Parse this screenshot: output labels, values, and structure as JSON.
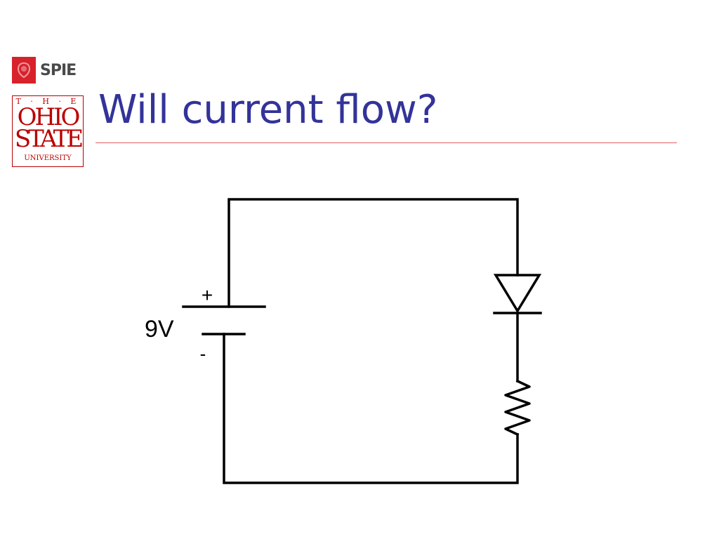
{
  "logos": {
    "spie_text": "SPIE",
    "osu_the": "T · H · E",
    "osu_ohio": "OHIO",
    "osu_state": "STATE",
    "osu_university": "UNIVERSITY"
  },
  "title": "Will current flow?",
  "circuit": {
    "battery_voltage": "9V",
    "positive_sign": "+",
    "negative_sign": "-",
    "components": [
      "battery",
      "diode",
      "resistor"
    ]
  },
  "colors": {
    "title": "#333399",
    "accent_red": "#bb0000",
    "wire": "#000000"
  }
}
